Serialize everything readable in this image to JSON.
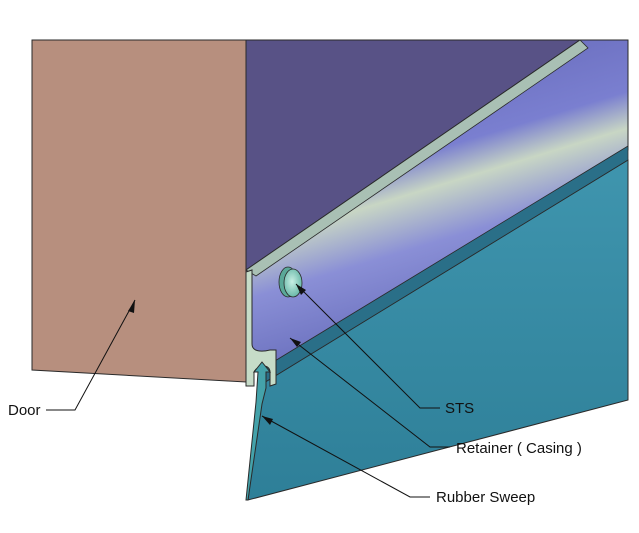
{
  "labels": {
    "door": "Door",
    "sts": "STS",
    "retainer": "Retainer ( Casing )",
    "rubber_sweep": "Rubber Sweep"
  },
  "colors": {
    "door_face": "#b78f7e",
    "door_panel": "#585286",
    "retainer_body": "#6568b8",
    "retainer_highlight": "#c8d6c4",
    "sweep": "#3a8aa2",
    "sweep_dark": "#2a6f88",
    "profile": "#c6dcc8",
    "screw": "#8fd0c0",
    "leader": "#111111"
  }
}
